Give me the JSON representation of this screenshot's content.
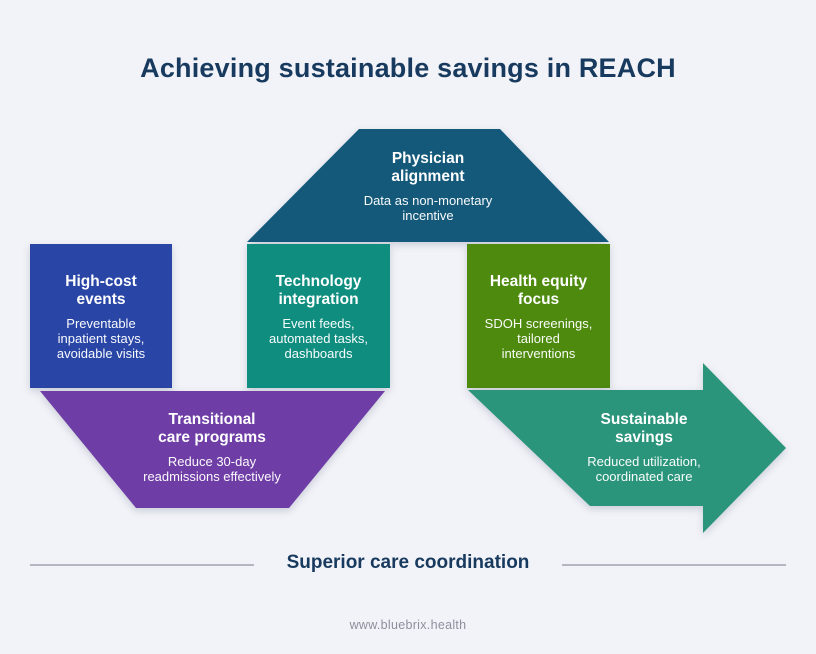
{
  "title": "Achieving sustainable savings in REACH",
  "colors": {
    "background": "#f2f3f8",
    "heading_navy": "#173a5e",
    "physician": "#14597a",
    "high_cost": "#2946a6",
    "technology": "#0f8e80",
    "health_equity": "#4e8a0e",
    "transitional": "#6f3da6",
    "savings": "#2b957b",
    "divider_gray": "#b5b6c1",
    "footer_gray": "#8f8f9c"
  },
  "blocks": {
    "physician": {
      "heading": "Physician\nalignment",
      "body": "Data as non-monetary\nincentive"
    },
    "high_cost": {
      "heading": "High-cost\nevents",
      "body": "Preventable\ninpatient stays,\navoidable visits"
    },
    "technology": {
      "heading": "Technology\nintegration",
      "body": "Event feeds,\nautomated tasks,\ndashboards"
    },
    "health_equity": {
      "heading": "Health equity\nfocus",
      "body": "SDOH screenings,\ntailored\ninterventions"
    },
    "transitional": {
      "heading": "Transitional\ncare programs",
      "body": "Reduce 30-day\nreadmissions effectively"
    },
    "savings": {
      "heading": "Sustainable\nsavings",
      "body": "Reduced utilization,\ncoordinated care"
    }
  },
  "footer": {
    "tagline": "Superior care coordination",
    "website": "www.bluebrix.health"
  }
}
